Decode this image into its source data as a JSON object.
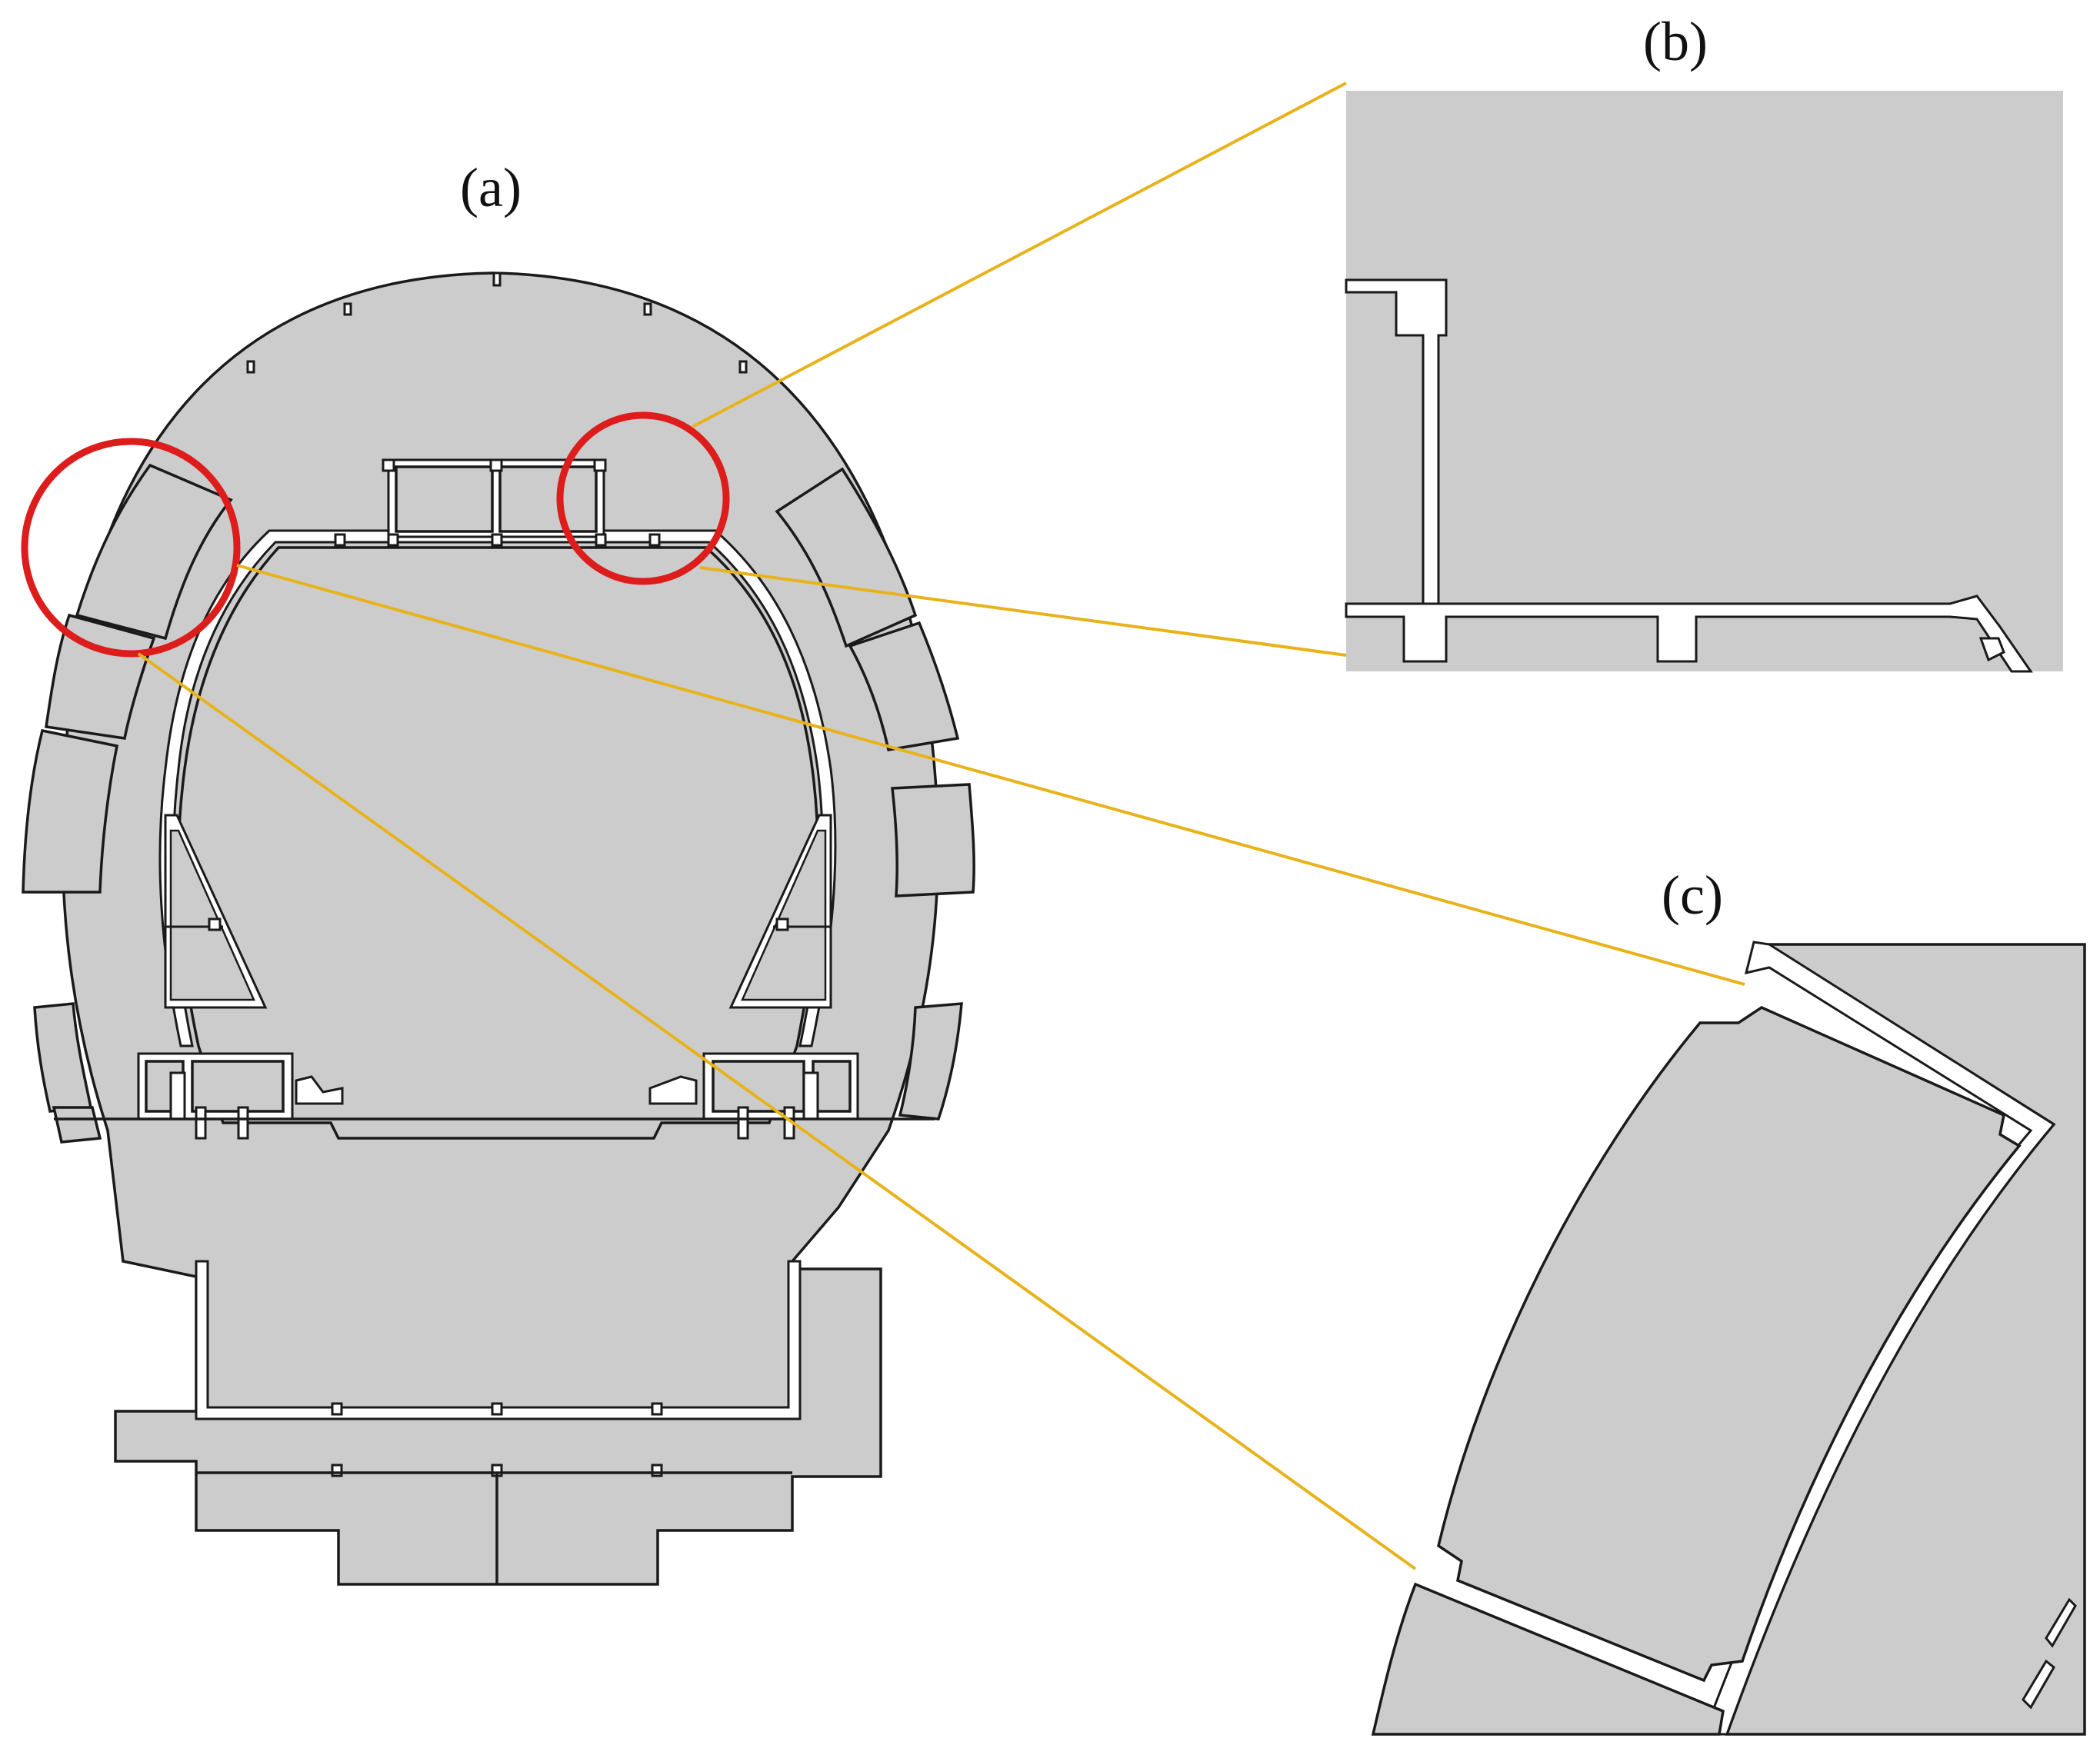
{
  "figure": {
    "panels": [
      {
        "id": "a",
        "label": "(a)"
      },
      {
        "id": "b",
        "label": "(b)"
      },
      {
        "id": "c",
        "label": "(c)"
      }
    ],
    "colors": {
      "solid_fill": "#cccccc",
      "outline": "#1a1a1a",
      "gap": "#ffffff",
      "highlight_circle": "#dd1c1c",
      "leader_line": "#e8b21a"
    }
  }
}
